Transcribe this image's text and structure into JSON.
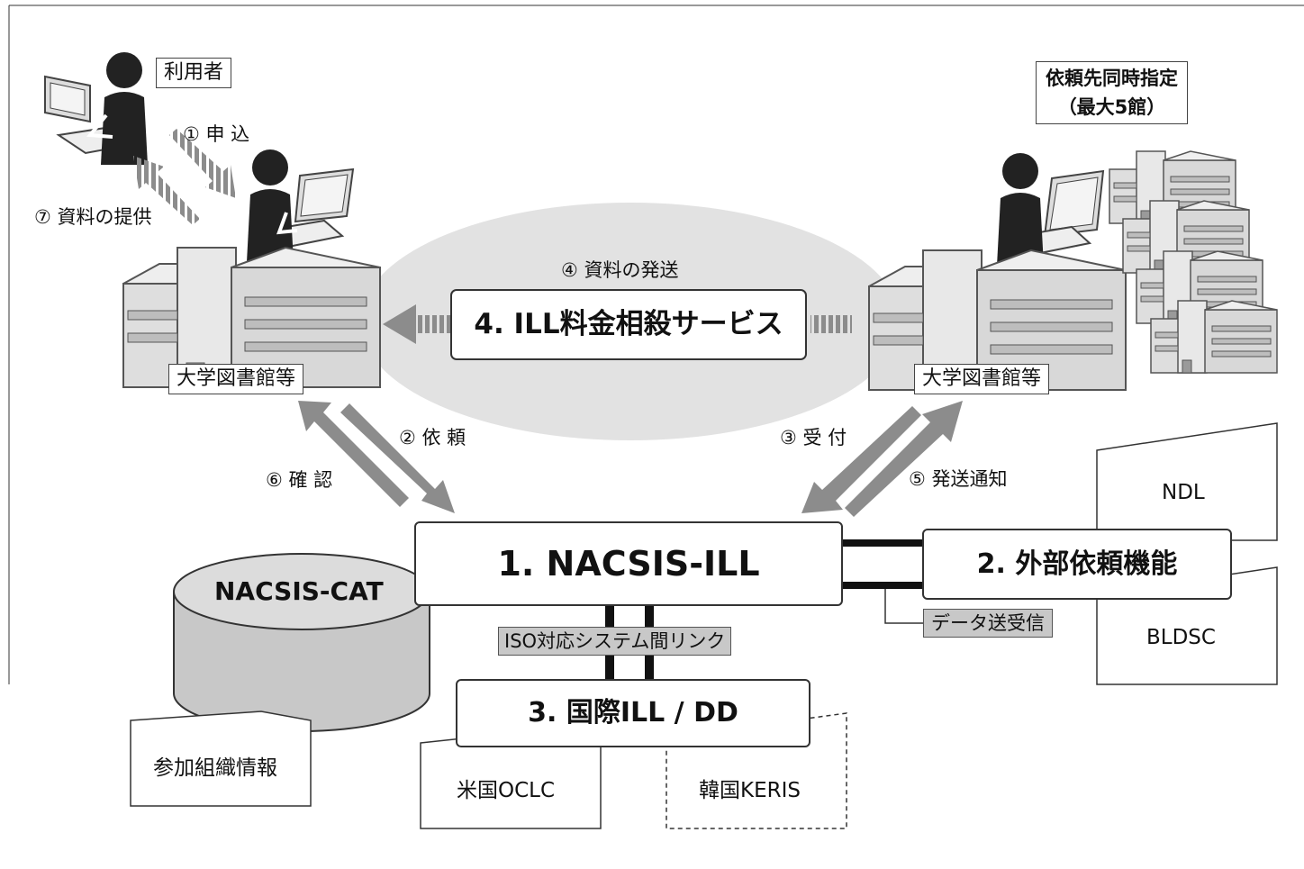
{
  "user": {
    "label": "利用者"
  },
  "steps": {
    "s1": "① 申 込",
    "s2": "② 依 頼",
    "s3": "③ 受 付",
    "s4": "④ 資料の発送",
    "s5": "⑤ 発送通知",
    "s6": "⑥ 確 認",
    "s7": "⑦ 資料の提供"
  },
  "libraries": {
    "left_label": "大学図書館等",
    "right_label": "大学図書館等"
  },
  "simultaneous": {
    "line1": "依頼先同時指定",
    "line2": "（最大5館）"
  },
  "services": {
    "nacsis_ill": "1. NACSIS-ILL",
    "external": "2. 外部依頼機能",
    "international": "3. 国際ILL / DD",
    "fee": "4. ILL料金相殺サービス"
  },
  "database": {
    "name": "NACSIS-CAT",
    "info": "参加組織情報"
  },
  "links": {
    "iso": "ISO対応システム間リンク",
    "data": "データ送受信"
  },
  "external_targets": [
    "NDL",
    "BLDSC"
  ],
  "international_targets": {
    "oclc": "米国OCLC",
    "keris": "韓国KERIS"
  },
  "colors": {
    "line": "#111111",
    "arrow": "#8c8c8c",
    "shade": "#cfcfcf",
    "tag": "#c8c8c8"
  }
}
